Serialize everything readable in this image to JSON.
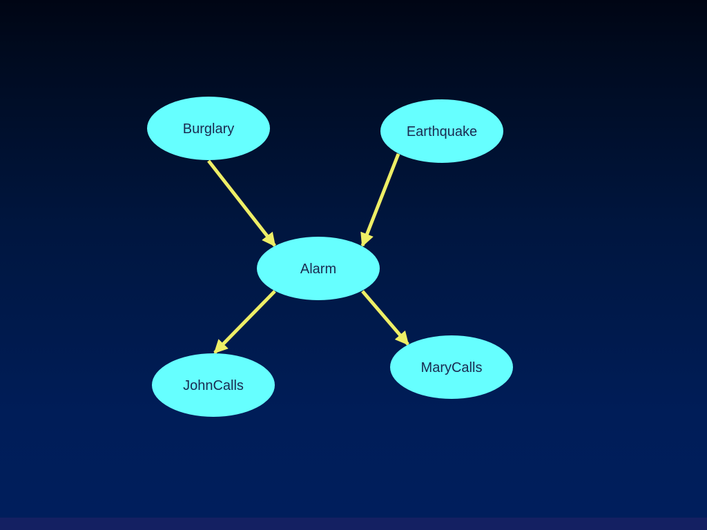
{
  "colors": {
    "node_fill": "#66ffff",
    "node_text": "#1a2a50",
    "edge": "#eeee66"
  },
  "nodes": [
    {
      "id": "burglary",
      "label": "Burglary"
    },
    {
      "id": "earthquake",
      "label": "Earthquake"
    },
    {
      "id": "alarm",
      "label": "Alarm"
    },
    {
      "id": "johncalls",
      "label": "JohnCalls"
    },
    {
      "id": "marycalls",
      "label": "MaryCalls"
    }
  ],
  "edges": [
    {
      "from": "burglary",
      "to": "alarm"
    },
    {
      "from": "earthquake",
      "to": "alarm"
    },
    {
      "from": "alarm",
      "to": "johncalls"
    },
    {
      "from": "alarm",
      "to": "marycalls"
    }
  ]
}
